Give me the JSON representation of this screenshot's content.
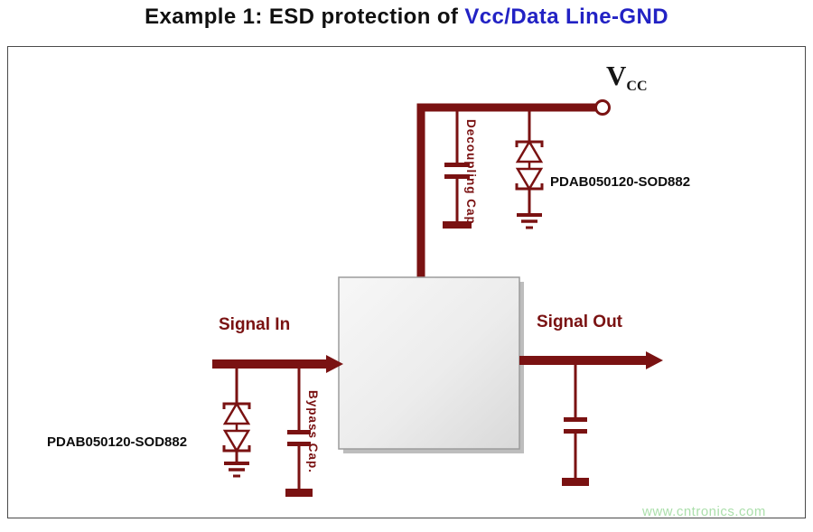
{
  "title": {
    "prefix": "Example 1: ESD protection of ",
    "highlight": "Vcc/Data Line",
    "suffix": "-GND"
  },
  "diagram": {
    "power": {
      "vcc_main": "V",
      "vcc_sub": "CC"
    },
    "components": {
      "decoupling_cap_label": "Decoupling Cap.",
      "bypass_cap_label": "Bypass Cap.",
      "tvs_top_label": "PDAB050120-SOD882",
      "tvs_left_label": "PDAB050120-SOD882"
    },
    "signals": {
      "in": "Signal In",
      "out": "Signal Out"
    }
  },
  "watermark": "www.cntronics.com",
  "colors": {
    "wire": "#7a1212",
    "title_highlight": "#2222c4",
    "watermark": "#abdfab",
    "ic_fill": "#e9e9e9"
  }
}
